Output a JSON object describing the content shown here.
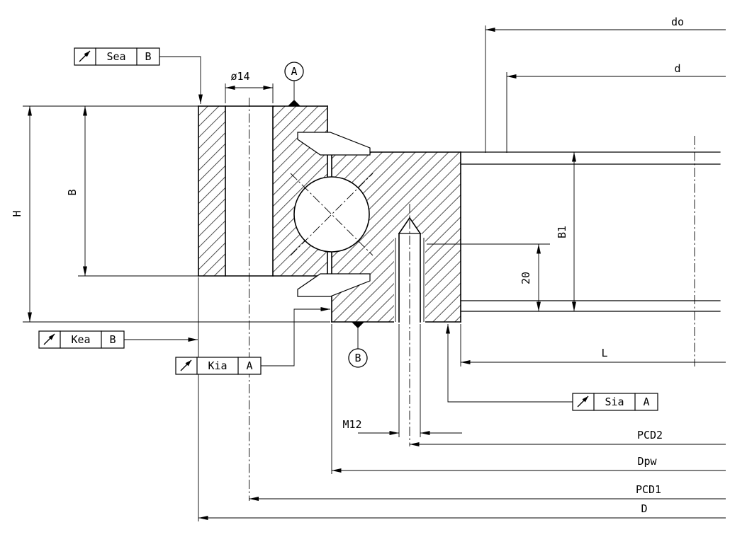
{
  "drawing": {
    "title": "slewing-bearing-cross-section",
    "colors": {
      "line": "#000000",
      "background": "#ffffff"
    },
    "dimensions": {
      "do_label": "do",
      "d_label": "d",
      "hole_dia": "ø14",
      "h": "H",
      "b": "B",
      "b1": "B1",
      "depth": "20",
      "l": "L",
      "thread": "M12",
      "pcd2": "PCD2",
      "dpw": "Dpw",
      "pcd1": "PCD1",
      "d_outer": "D"
    },
    "datums": {
      "a": "A",
      "b": "B"
    },
    "callouts": {
      "sea": {
        "symbol": "runout-arrow",
        "name": "Sea",
        "datum": "B"
      },
      "kea": {
        "symbol": "runout-arrow",
        "name": "Kea",
        "datum": "B"
      },
      "kia": {
        "symbol": "runout-arrow",
        "name": "Kia",
        "datum": "A"
      },
      "sia": {
        "symbol": "runout-arrow",
        "name": "Sia",
        "datum": "A"
      }
    }
  }
}
